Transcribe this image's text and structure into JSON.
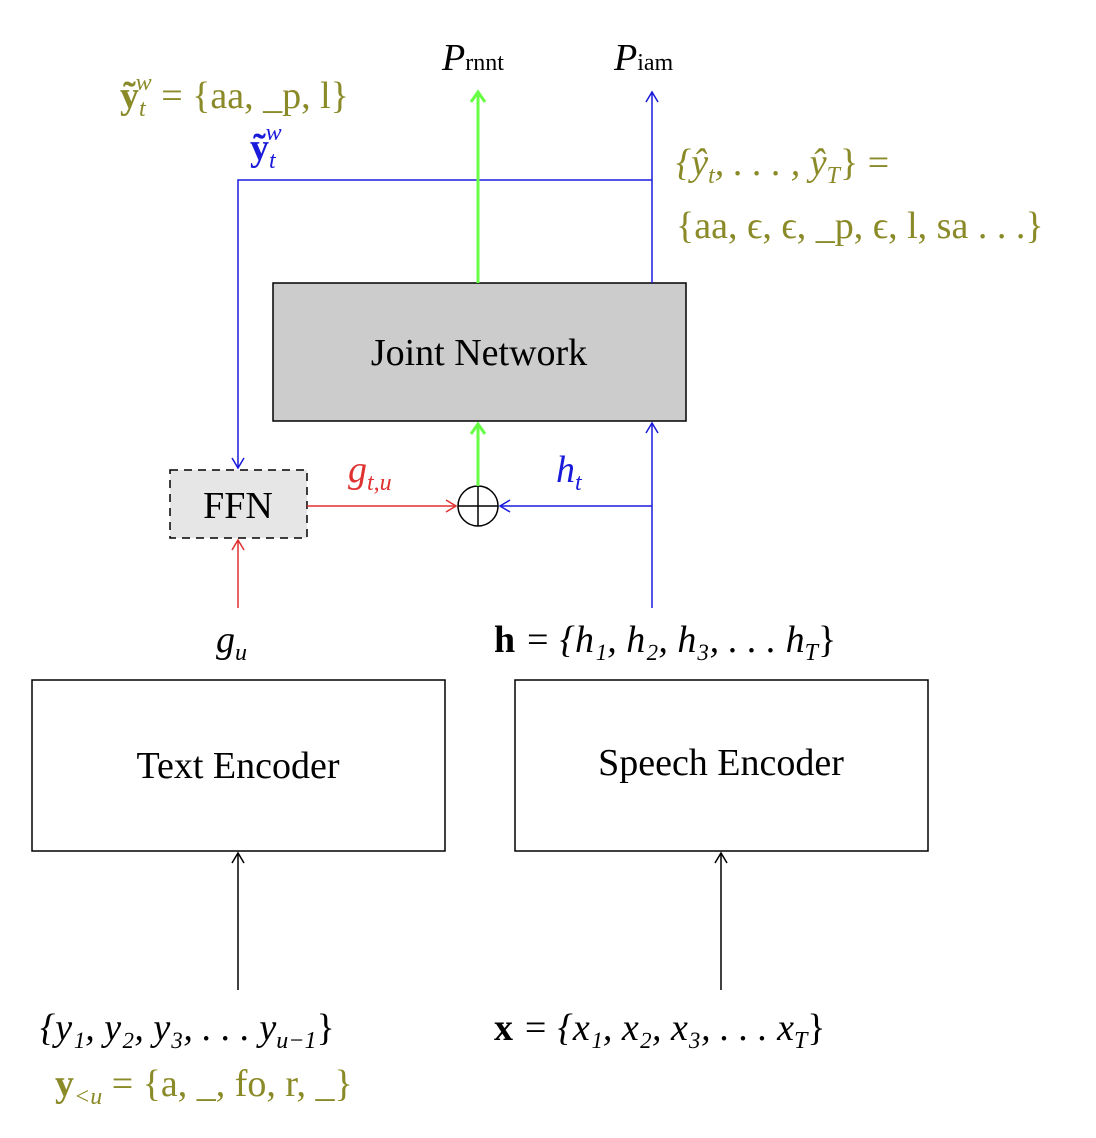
{
  "colors": {
    "green": "#66ff44",
    "blue": "#1a1adb",
    "red": "#e03131",
    "olive": "#8a8a28",
    "black": "#000000",
    "joint_fill": "#cccccc",
    "ffn_fill": "#e6e6e6"
  },
  "boxes": {
    "joint_network": "Joint Network",
    "ffn": "FFN",
    "text_encoder": "Text Encoder",
    "speech_encoder": "Speech Encoder"
  },
  "outputs": {
    "p_rnnt_base": "P",
    "p_rnnt_sub": "rnnt",
    "p_iam_base": "P",
    "p_iam_sub": "iam"
  },
  "labels": {
    "ytw_olive_lhs": "ỹ",
    "ytw_olive_sub": "t",
    "ytw_olive_sup": "w",
    "ytw_olive_rhs": " = {aa, _p, l}",
    "ytw_blue": "ỹ",
    "ytw_blue_sub": "t",
    "ytw_blue_sup": "w",
    "yhat_line1": "{ŷ",
    "yhat_line1_sub1": "t",
    "yhat_line1_mid": ", . . . , ŷ",
    "yhat_line1_sub2": "T",
    "yhat_line1_end": "} =",
    "yhat_line2": "{aa, ϵ, ϵ, _p, ϵ, l, sa . . .}",
    "g_tu_base": "g",
    "g_tu_sub": "t,u",
    "h_t_base": "h",
    "h_t_sub": "t",
    "g_u_base": "g",
    "g_u_sub": "u",
    "h_seq_bold": "h",
    "h_seq_rest": " = {h₁, h₂, h₃,  . . .  h",
    "h_seq_sub": "T",
    "h_seq_end": "}",
    "y_seq": "{y₁, y₂, y₃,  . . .  y",
    "y_seq_sub": "u−1",
    "y_seq_end": "}",
    "x_seq_bold": "x",
    "x_seq_rest": " = {x₁, x₂, x₃,  . . .  x",
    "x_seq_sub": "T",
    "x_seq_end": "}",
    "y_lt_u_bold": "y",
    "y_lt_u_sub": "<u",
    "y_lt_u_rhs": " = {a, _, fo, r, _}"
  }
}
